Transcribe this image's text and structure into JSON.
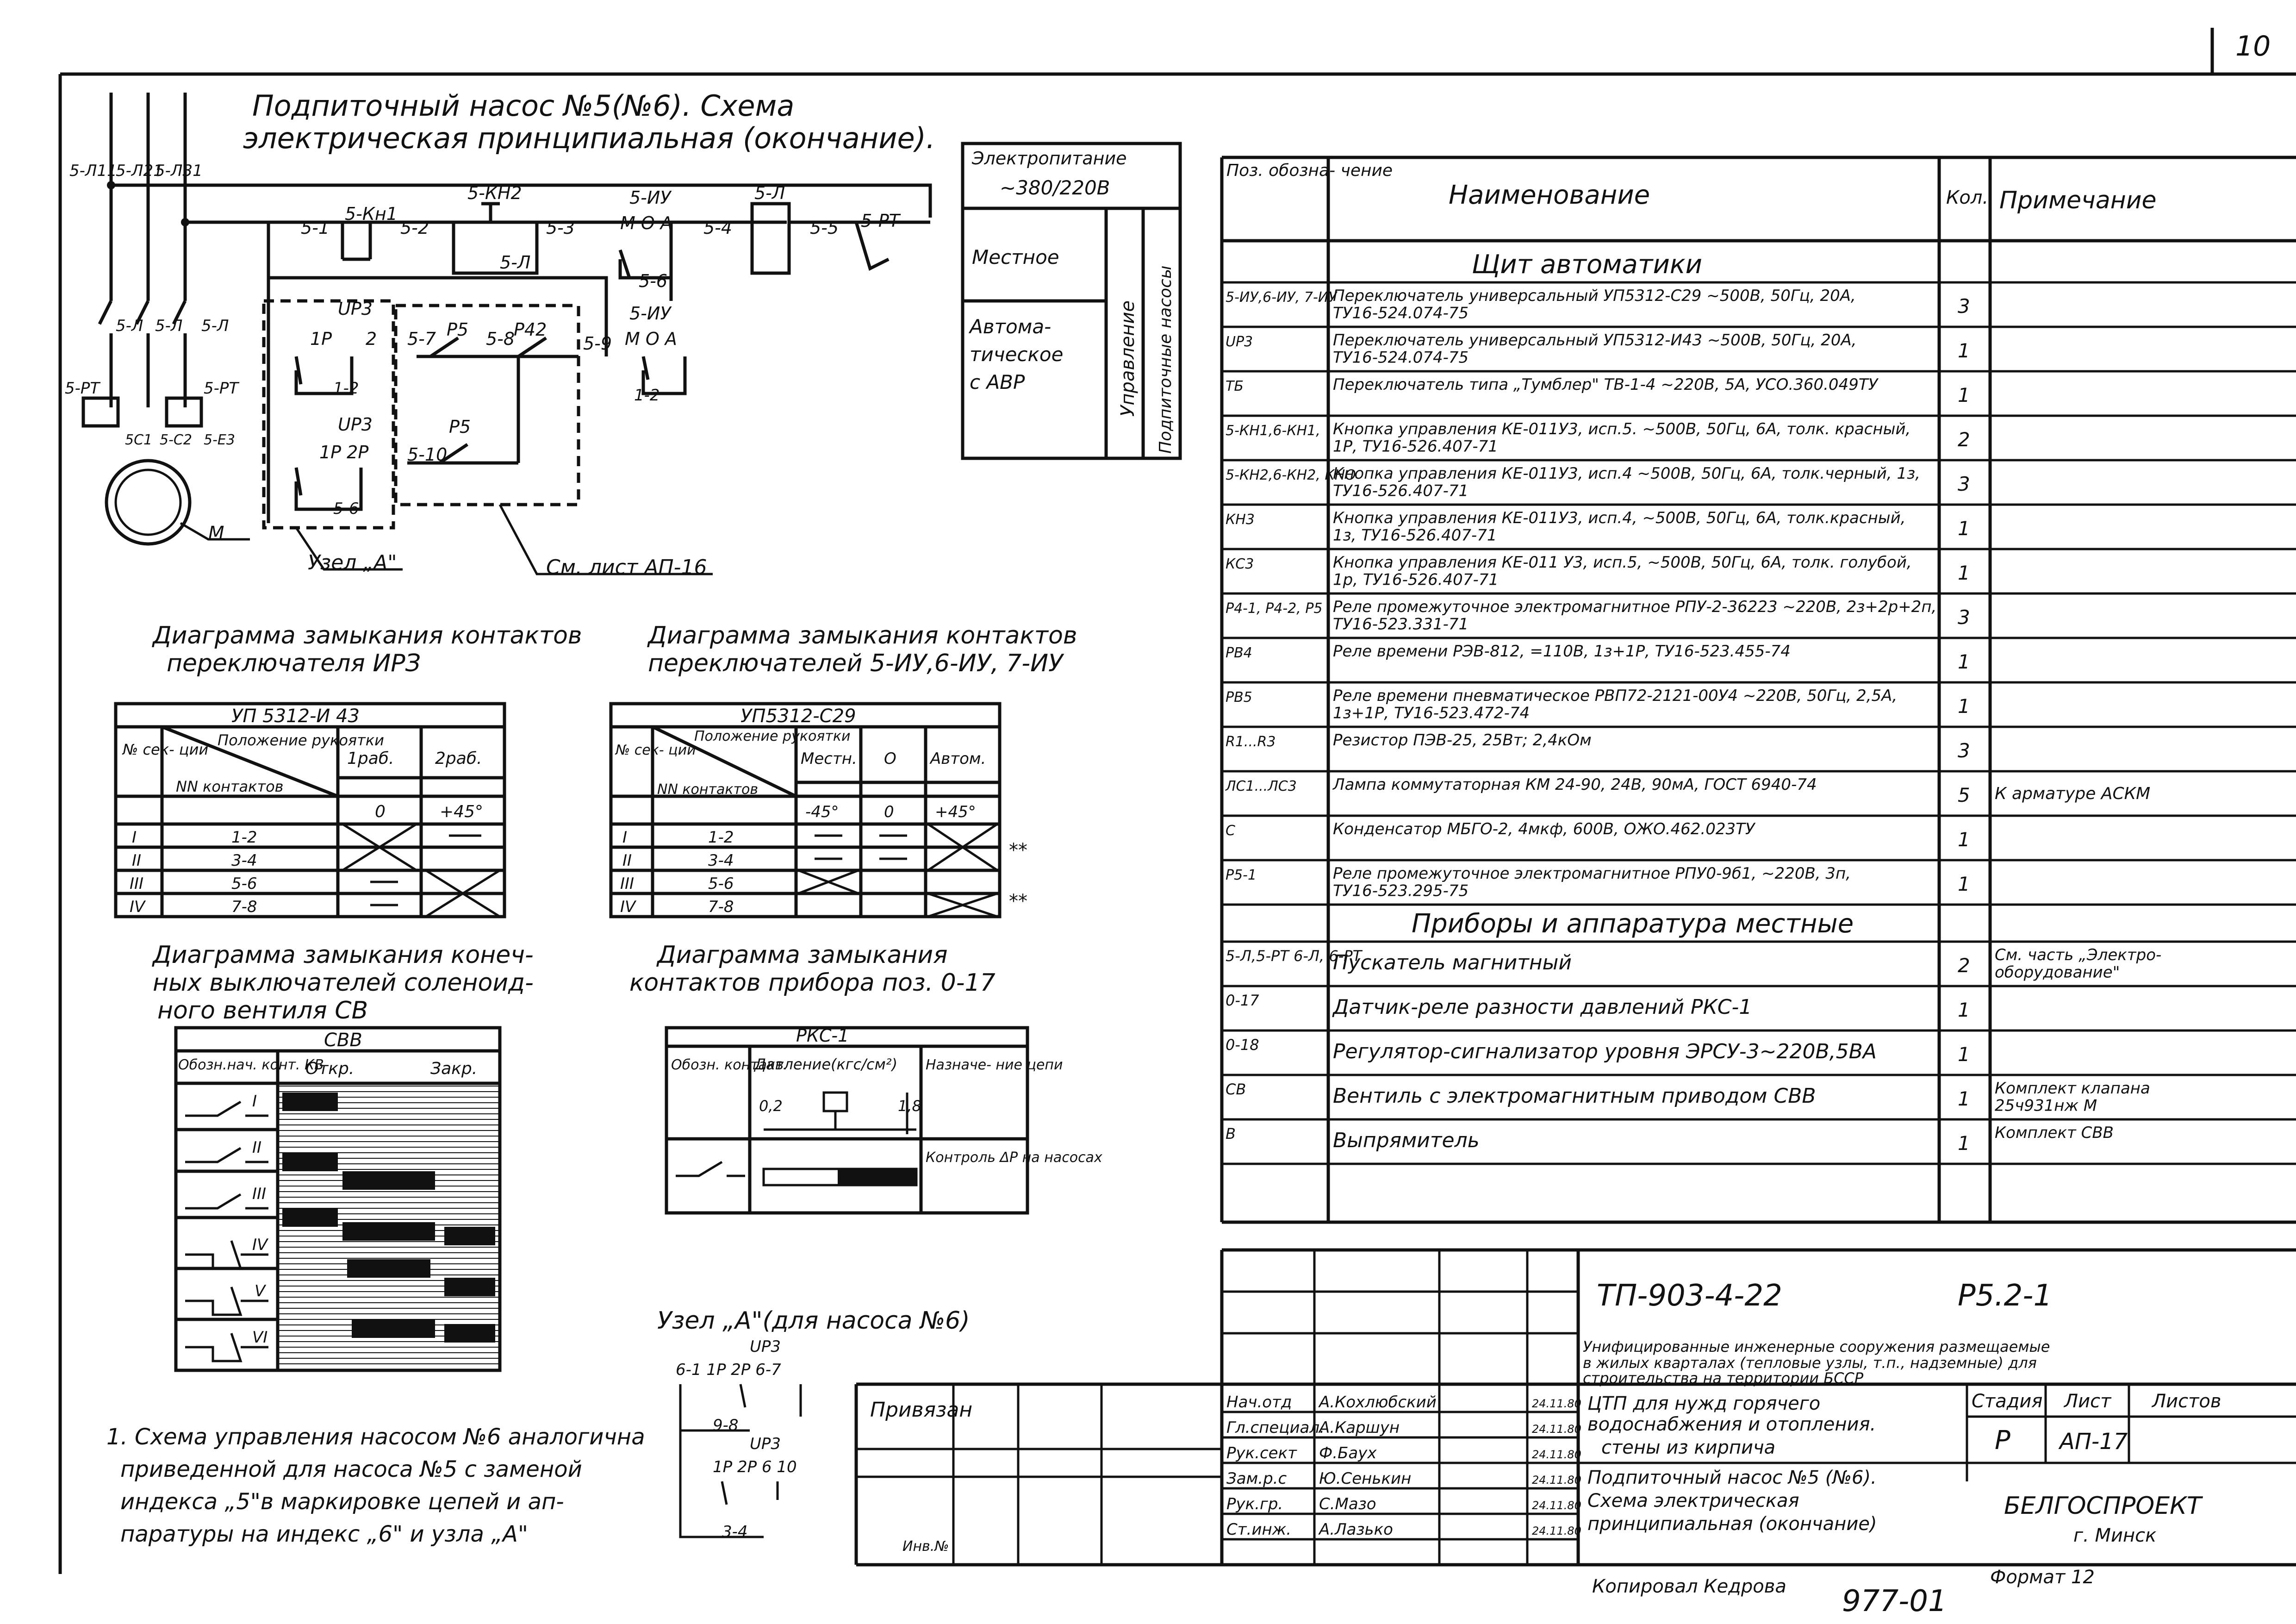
{
  "sheet_number": "10",
  "title_line1": "Подпиточный насос №5(№6). Схема",
  "title_line2": "электрическая принципиальная (окончание).",
  "wire_labels": [
    "5-Л11",
    "5-Л21",
    "5-Л31"
  ],
  "circuit_labels": {
    "n51": "5-1",
    "kn1": "5-Кн1",
    "n52": "5-2",
    "kn2": "5-КН2",
    "n53": "5-3",
    "iu": "5-ИУ",
    "moa": "М О А",
    "n54": "5-4",
    "l": "5-Л",
    "n55": "5-5",
    "rt": "5-РТ",
    "l_contact": "5-Л",
    "n56": "5-6",
    "up3": "UP3",
    "p1": "1Р",
    "p2": "2",
    "p12": "1-2",
    "n57": "5-7",
    "p5": "Р5",
    "n58": "5-8",
    "r42": "Р42",
    "n59": "5-9",
    "iu2": "5-ИУ",
    "moa2": "М О А",
    "p12b": "1-2",
    "up3b": "UP3",
    "p1r2r": "1Р 2Р",
    "n510": "5-10",
    "p5b": "Р5",
    "n56b": "5-6",
    "rt_left": "5-РТ",
    "rt_right": "5-РТ",
    "sc1": "5С1",
    "sc2": "5-С2",
    "e3": "5-Е3",
    "motor": "М",
    "l1": "5-Л",
    "l2": "5-Л",
    "l3": "5-Л"
  },
  "node_a_label": "Узел „А\"",
  "see_sheet": "См. лист АП-16",
  "power_box": {
    "supply": "Электропитание",
    "voltage": "~380/220В",
    "local": "Местное",
    "auto": [
      "Автома-",
      "тическое",
      "с АВР"
    ],
    "control": "Управление",
    "pumps": "Подпиточные насосы"
  },
  "diag1": {
    "title1": "Диаграмма замыкания контактов",
    "title2": "переключателя ИРЗ",
    "type": "УП 5312-И 43",
    "h_pos": "Положение рукоятки",
    "h_sec": "№ сек- ции",
    "h_cont": "NN контактов",
    "col1": "1раб.",
    "col2": "2раб.",
    "ang1": "0",
    "ang2": "+45°",
    "rows": [
      [
        "I",
        "1-2"
      ],
      [
        "II",
        "3-4"
      ],
      [
        "III",
        "5-6"
      ],
      [
        "IV",
        "7-8"
      ]
    ]
  },
  "diag2": {
    "title1": "Диаграмма замыкания контактов",
    "title2": "переключателей 5-ИУ,6-ИУ, 7-ИУ",
    "type": "УП5312-С29",
    "h_pos": "Положение рукоятки",
    "h_sec": "№ сек- ции",
    "h_cont": "NN контактов",
    "col1": "Местн.",
    "col2": "О",
    "col3": "Автом.",
    "ang1": "-45°",
    "ang2": "0",
    "ang3": "+45°",
    "rows": [
      [
        "I",
        "1-2"
      ],
      [
        "II",
        "3-4"
      ],
      [
        "III",
        "5-6"
      ],
      [
        "IV",
        "7-8"
      ]
    ],
    "mark": "**"
  },
  "diag3": {
    "title1": "Диаграмма замыкания конеч-",
    "title2": "ных выключателей соленоид-",
    "title3": "ного вентиля СВ",
    "type": "СВВ",
    "h1": "Обозн.нач. конт. КВ",
    "h_open": "Откр.",
    "h_close": "Закр.",
    "rows": [
      "I",
      "II",
      "III",
      "IV",
      "V",
      "VI"
    ]
  },
  "diag4": {
    "title1": "Диаграмма замыкания",
    "title2": "контактов прибора поз. 0-17",
    "type": "РКС-1",
    "h1": "Обозн. контакт.",
    "h2": "Давление(кгс/см²)",
    "h3": "Назначе- ние цепи",
    "v1": "0,2",
    "v2": "1,8",
    "purpose": "Контроль ΔР на насосах"
  },
  "node_a6": {
    "title": "Узел „А\"(для насоса №6)",
    "up3": "UP3",
    "top": "6-1 1Р   2Р  6-7",
    "c98": "9-8",
    "up3b": "UP3",
    "mid": "1Р  2Р   6 10",
    "c34": "3-4"
  },
  "note": [
    "1. Схема управления насосом №6 аналогична",
    "приведенной для насоса №5 с заменой",
    "индекса „5\"в маркировке цепей и ап-",
    "паратуры на индекс „6\" и узла „А\""
  ],
  "spec": {
    "headers": [
      "Поз. обозна- чение",
      "Наименование",
      "Кол.",
      "Примечание"
    ],
    "section1": "Щит автоматики",
    "rows1": [
      {
        "pos": "5-ИУ,6-ИУ, 7-ИУ",
        "name": "Переключатель универсальный УП5312-С29 ~500В, 50Гц, 20А, ТУ16-524.074-75",
        "qty": "3",
        "note": ""
      },
      {
        "pos": "UP3",
        "name": "Переключатель универсальный УП5312-И43 ~500В, 50Гц, 20А, ТУ16-524.074-75",
        "qty": "1",
        "note": ""
      },
      {
        "pos": "ТБ",
        "name": "Переключатель типа „Тумблер\" ТВ-1-4 ~220В, 5А, УСО.360.049ТУ",
        "qty": "1",
        "note": ""
      },
      {
        "pos": "5-КН1,6-КН1,",
        "name": "Кнопка управления КЕ-011У3, исп.5. ~500В, 50Гц, 6А, толк. красный, 1Р, ТУ16-526.407-71",
        "qty": "2",
        "note": ""
      },
      {
        "pos": "5-КН2,6-КН2, КНО",
        "name": "Кнопка управления КЕ-011У3, исп.4 ~500В, 50Гц, 6А, толк.черный, 1з, ТУ16-526.407-71",
        "qty": "3",
        "note": ""
      },
      {
        "pos": "КН3",
        "name": "Кнопка управления КЕ-011У3, исп.4, ~500В, 50Гц, 6А, толк.красный, 1з, ТУ16-526.407-71",
        "qty": "1",
        "note": ""
      },
      {
        "pos": "КС3",
        "name": "Кнопка управления КЕ-011 У3, исп.5, ~500В, 50Гц, 6А, толк. голубой, 1р, ТУ16-526.407-71",
        "qty": "1",
        "note": ""
      },
      {
        "pos": "Р4-1, Р4-2, Р5",
        "name": "Реле промежуточное электромагнитное РПУ-2-36223 ~220В, 2з+2р+2п, ТУ16-523.331-71",
        "qty": "3",
        "note": ""
      },
      {
        "pos": "РВ4",
        "name": "Реле времени РЭВ-812, =110В, 1з+1Р, ТУ16-523.455-74",
        "qty": "1",
        "note": ""
      },
      {
        "pos": "РВ5",
        "name": "Реле времени пневматическое РВП72-2121-00У4 ~220В, 50Гц, 2,5А, 1з+1Р, ТУ16-523.472-74",
        "qty": "1",
        "note": ""
      },
      {
        "pos": "R1...R3",
        "name": "Резистор ПЭВ-25, 25Вт; 2,4кОм",
        "qty": "3",
        "note": ""
      },
      {
        "pos": "ЛС1...ЛС3",
        "name": "Лампа коммутаторная КМ 24-90, 24В, 90мА, ГОСТ 6940-74",
        "qty": "5",
        "note": "К арматуре АСКМ"
      },
      {
        "pos": "С",
        "name": "Конденсатор МБГО-2, 4мкф, 600В, ОЖО.462.023ТУ",
        "qty": "1",
        "note": ""
      },
      {
        "pos": "Р5-1",
        "name": "Реле промежуточное электромагнитное РПУ0-9б1, ~220В, 3п, ТУ16-523.295-75",
        "qty": "1",
        "note": ""
      }
    ],
    "section2": "Приборы и аппаратура местные",
    "rows2": [
      {
        "pos": "5-Л,5-РТ 6-Л, 6-РТ",
        "name": "Пускатель магнитный",
        "qty": "2",
        "note": "См. часть „Электро- оборудование\""
      },
      {
        "pos": "0-17",
        "name": "Датчик-реле разности давлений РКС-1",
        "qty": "1",
        "note": ""
      },
      {
        "pos": "0-18",
        "name": "Регулятор-сигнализатор уровня ЭРСУ-3~220В,5ВА",
        "qty": "1",
        "note": ""
      },
      {
        "pos": "СВ",
        "name": "Вентиль с электромагнитным приводом СВВ",
        "qty": "1",
        "note": "Комплект клапана 25ч931нж М"
      },
      {
        "pos": "В",
        "name": "Выпрямитель",
        "qty": "1",
        "note": "Комплект СВВ"
      }
    ]
  },
  "stamp": {
    "code": "ТП-903-4-22",
    "sheet_code": "Р5.2-1",
    "desc1": "Унифицированные инженерные сооружения размещаемые",
    "desc2": "в жилых кварталах (тепловые узлы, т.п., надземные) для",
    "desc3": "строительства на территории БССР",
    "privyazan": "Привязан",
    "inv": "Инв.№",
    "roles": [
      "Нач.отд",
      "Гл.специал.",
      "Рук.сект",
      "Зам.р.с",
      "Рук.гр.",
      "Ст.инж."
    ],
    "names": [
      "А.Кохлюбский",
      "А.Каршун",
      "Ф.Баух",
      "Ю.Сенькин",
      "С.Мазо",
      "А.Лазько"
    ],
    "dates": [
      "24.11.80",
      "24.11.80",
      "24.11.80",
      "24.11.80",
      "24.11.80",
      "24.11.80"
    ],
    "obj1": "ЦТП для нужд горячего",
    "obj2": "водоснабжения и отопления.",
    "obj3": "стены из кирпича",
    "sub1": "Подпиточный насос №5 (№6).",
    "sub2": "Схема электрическая",
    "sub3": "принципиальная (окончание)",
    "h_stage": "Стадия",
    "h_sheet": "Лист",
    "h_sheets": "Листов",
    "stage": "Р",
    "sheet": "АП-17",
    "org1": "БЕЛГОСПРОЕКТ",
    "org2": "г. Минск"
  },
  "copied": "Копировал Кедрова",
  "format": "Формат 12",
  "doc_number": "977-01"
}
